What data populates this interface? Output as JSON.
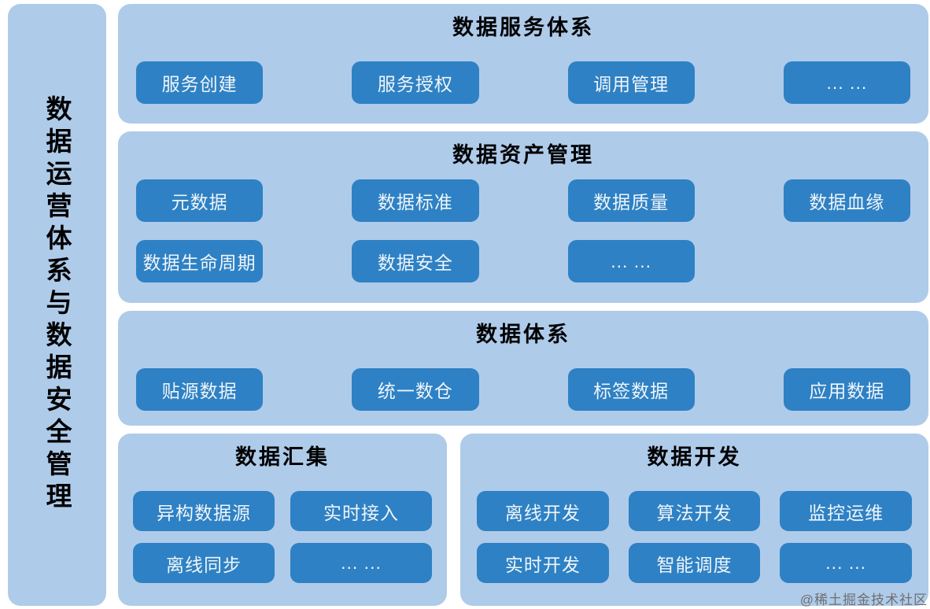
{
  "colors": {
    "panel": "#AFCBEA",
    "button": "#2E81C4",
    "button_text": "#F0F5FA",
    "title_text": "#000000",
    "watermark": "#6F6F6F"
  },
  "sidebar": {
    "label": "数据运营体系与数据安全管理"
  },
  "sections": [
    {
      "id": "data-service",
      "title": "数据服务体系",
      "columns": 4,
      "rows": [
        [
          "服务创建",
          "服务授权",
          "调用管理",
          "... ..."
        ]
      ]
    },
    {
      "id": "data-asset",
      "title": "数据资产管理",
      "columns": 4,
      "rows": [
        [
          "元数据",
          "数据标准",
          "数据质量",
          "数据血缘"
        ],
        [
          "数据生命周期",
          "数据安全",
          "... ..."
        ]
      ]
    },
    {
      "id": "data-system",
      "title": "数据体系",
      "columns": 4,
      "rows": [
        [
          "贴源数据",
          "统一数仓",
          "标签数据",
          "应用数据"
        ]
      ]
    },
    {
      "id": "data-collection",
      "title": "数据汇集",
      "columns": 2,
      "rows": [
        [
          "异构数据源",
          "实时接入"
        ],
        [
          "离线同步",
          "... ..."
        ]
      ]
    },
    {
      "id": "data-development",
      "title": "数据开发",
      "columns": 3,
      "rows": [
        [
          "离线开发",
          "算法开发",
          "监控运维"
        ],
        [
          "实时开发",
          "智能调度",
          "... ..."
        ]
      ]
    }
  ],
  "watermark": "@稀土掘金技术社区"
}
